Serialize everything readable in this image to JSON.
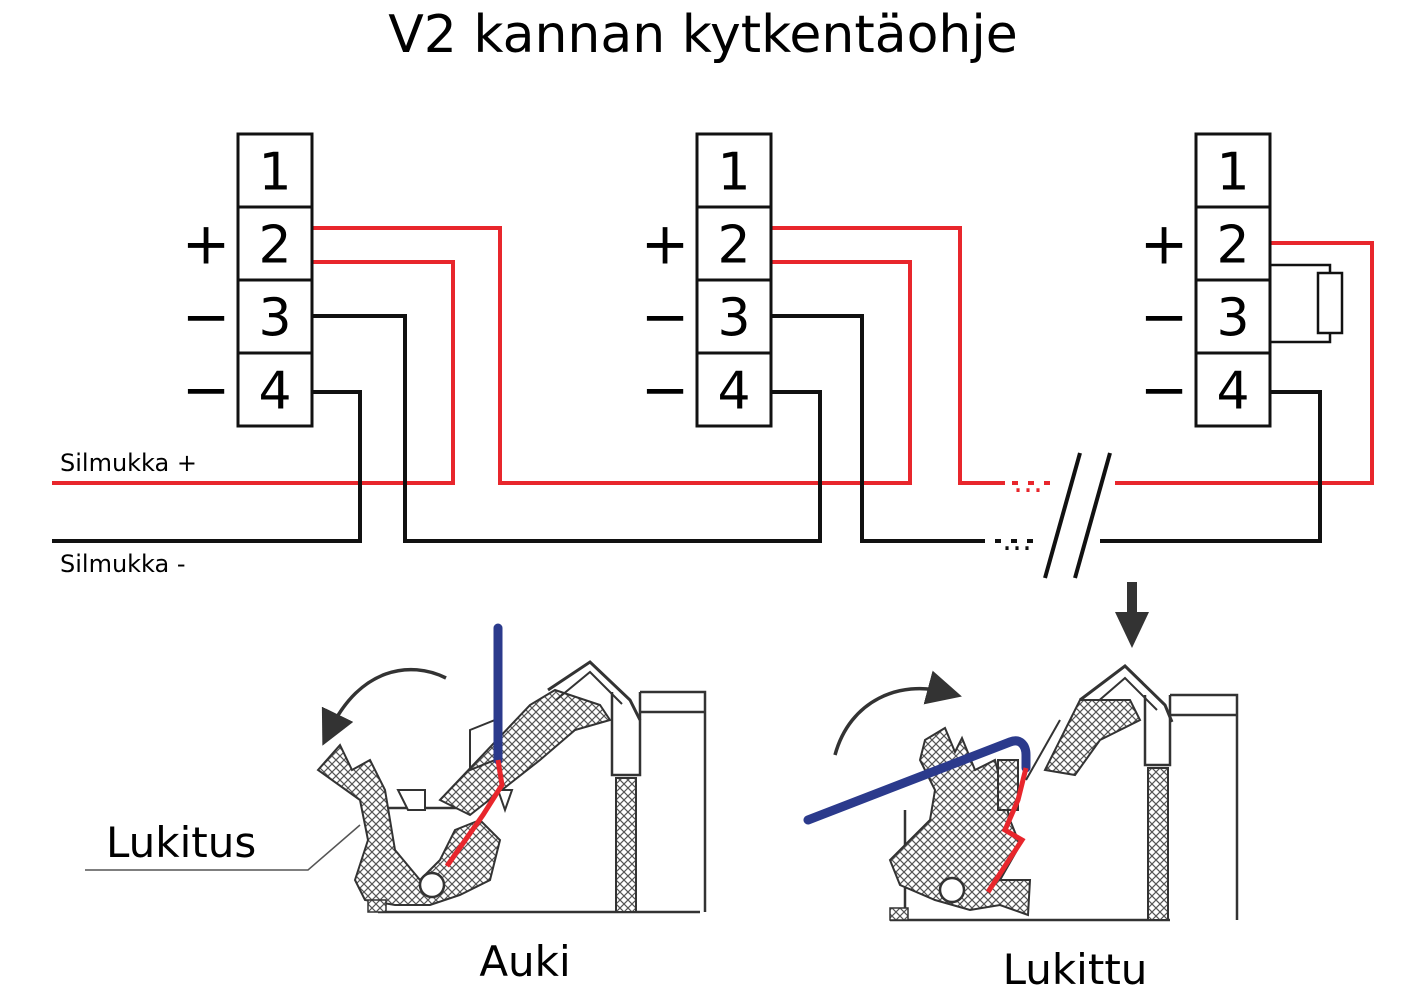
{
  "title": "V2 kannan kytkentäohje",
  "colors": {
    "positive_wire": "#e8262c",
    "negative_wire": "#111111",
    "cable": "#2b3a8c",
    "hatch": "#555555"
  },
  "terminal_blocks": [
    {
      "terminals": [
        "1",
        "2",
        "3",
        "4"
      ],
      "signs": [
        "",
        "+",
        "−",
        "−"
      ],
      "end_resistor": false
    },
    {
      "terminals": [
        "1",
        "2",
        "3",
        "4"
      ],
      "signs": [
        "",
        "+",
        "−",
        "−"
      ],
      "end_resistor": false
    },
    {
      "terminals": [
        "1",
        "2",
        "3",
        "4"
      ],
      "signs": [
        "",
        "+",
        "−",
        "−"
      ],
      "end_resistor": true
    }
  ],
  "loop_labels": {
    "positive": "Silmukka +",
    "negative": "Silmukka -"
  },
  "continuation": {
    "dots_top": "…",
    "dots_bottom": "…"
  },
  "mechanism": {
    "lock_label": "Lukitus",
    "open_caption": "Auki",
    "locked_caption": "Lukittu"
  }
}
